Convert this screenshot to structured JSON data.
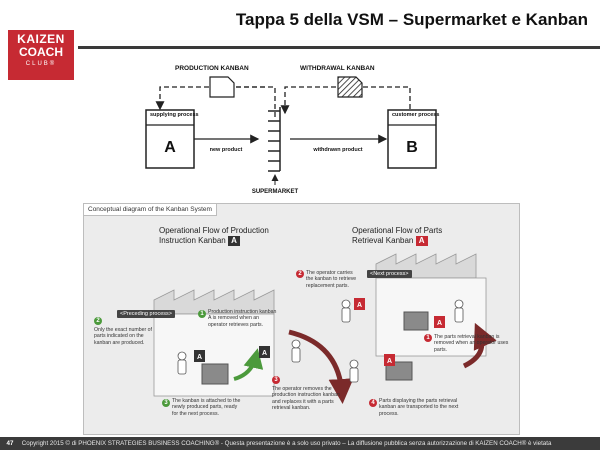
{
  "header": {
    "title": "Tappa 5 della VSM – Supermarket e Kanban",
    "logo": {
      "line1": "KAIZEN",
      "line2": "COACH",
      "line3": "CLUB®"
    }
  },
  "vsm": {
    "production_kanban": "PRODUCTION KANBAN",
    "withdrawal_kanban": "WITHDRAWAL KANBAN",
    "supplying_process": "supplying process",
    "customer_process": "customer process",
    "box_a": "A",
    "box_b": "B",
    "new_product": "new product",
    "withdrawn_product": "withdrawn product",
    "supermarket": "SUPERMARKET"
  },
  "panel": {
    "caption": "Conceptual diagram of the Kanban System",
    "left_heading_1": "Operational Flow of Production",
    "left_heading_2": "Instruction Kanban",
    "left_badge": "A",
    "right_heading_1": "Operational Flow of Parts",
    "right_heading_2": "Retrieval Kanban",
    "right_badge": "A",
    "preceding_process": "<Preceding process>",
    "next_process": "<Next process>",
    "step1": "Production instruction kanban A is removed when an operator retrieves parts.",
    "step2_left": "Only the exact number of parts indicated on the kanban are produced.",
    "step2_right": "The operator carries the kanban to retrieve replacement parts.",
    "step3_left": "The kanban is attached to the newly produced parts, ready for the next process.",
    "step3_mid": "The operator removes the production instruction kanban and replaces it with a parts retrieval kanban.",
    "step4": "Parts displaying the parts retrieval kanban are transported to the next process.",
    "step1_right": "The parts retrieval kanban is removed when an operator uses parts.",
    "n1": "1",
    "n2": "2",
    "n3": "3",
    "n4": "4"
  },
  "footer": {
    "page": "47",
    "copyright": "Copyright 2015 © di PHOENIX STRATEGIES BUSINESS COACHING® - Questa presentazione è a solo uso privato – La diffusione pubblica senza autorizzazione di KAIZEN COACH® è vietata"
  }
}
